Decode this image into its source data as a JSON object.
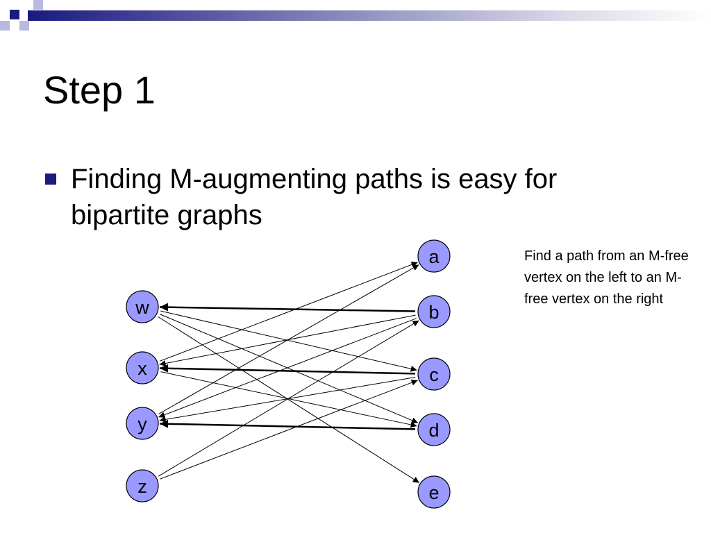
{
  "slide": {
    "title": "Step 1",
    "bullet": "Finding M-augmenting paths is easy for bipartite graphs",
    "side_note": "Find a path from an M-free vertex on the left to an M-free vertex on the right"
  },
  "theme": {
    "accent": "#1a1a80",
    "node_fill": "#9999ff"
  },
  "graph": {
    "left_nodes": [
      "w",
      "x",
      "y",
      "z"
    ],
    "right_nodes": [
      "a",
      "b",
      "c",
      "d",
      "e"
    ],
    "edges": [
      {
        "from": "b",
        "to": "w",
        "matched": true
      },
      {
        "from": "c",
        "to": "x",
        "matched": true
      },
      {
        "from": "d",
        "to": "y",
        "matched": true
      },
      {
        "from": "w",
        "to": "c",
        "matched": false
      },
      {
        "from": "w",
        "to": "d",
        "matched": false
      },
      {
        "from": "w",
        "to": "e",
        "matched": false
      },
      {
        "from": "b",
        "to": "x",
        "matched": false
      },
      {
        "from": "x",
        "to": "a",
        "matched": false
      },
      {
        "from": "x",
        "to": "d",
        "matched": false
      },
      {
        "from": "b",
        "to": "y",
        "matched": false
      },
      {
        "from": "c",
        "to": "y",
        "matched": false
      },
      {
        "from": "y",
        "to": "a",
        "matched": false
      },
      {
        "from": "z",
        "to": "b",
        "matched": false
      },
      {
        "from": "z",
        "to": "c",
        "matched": false
      }
    ]
  }
}
